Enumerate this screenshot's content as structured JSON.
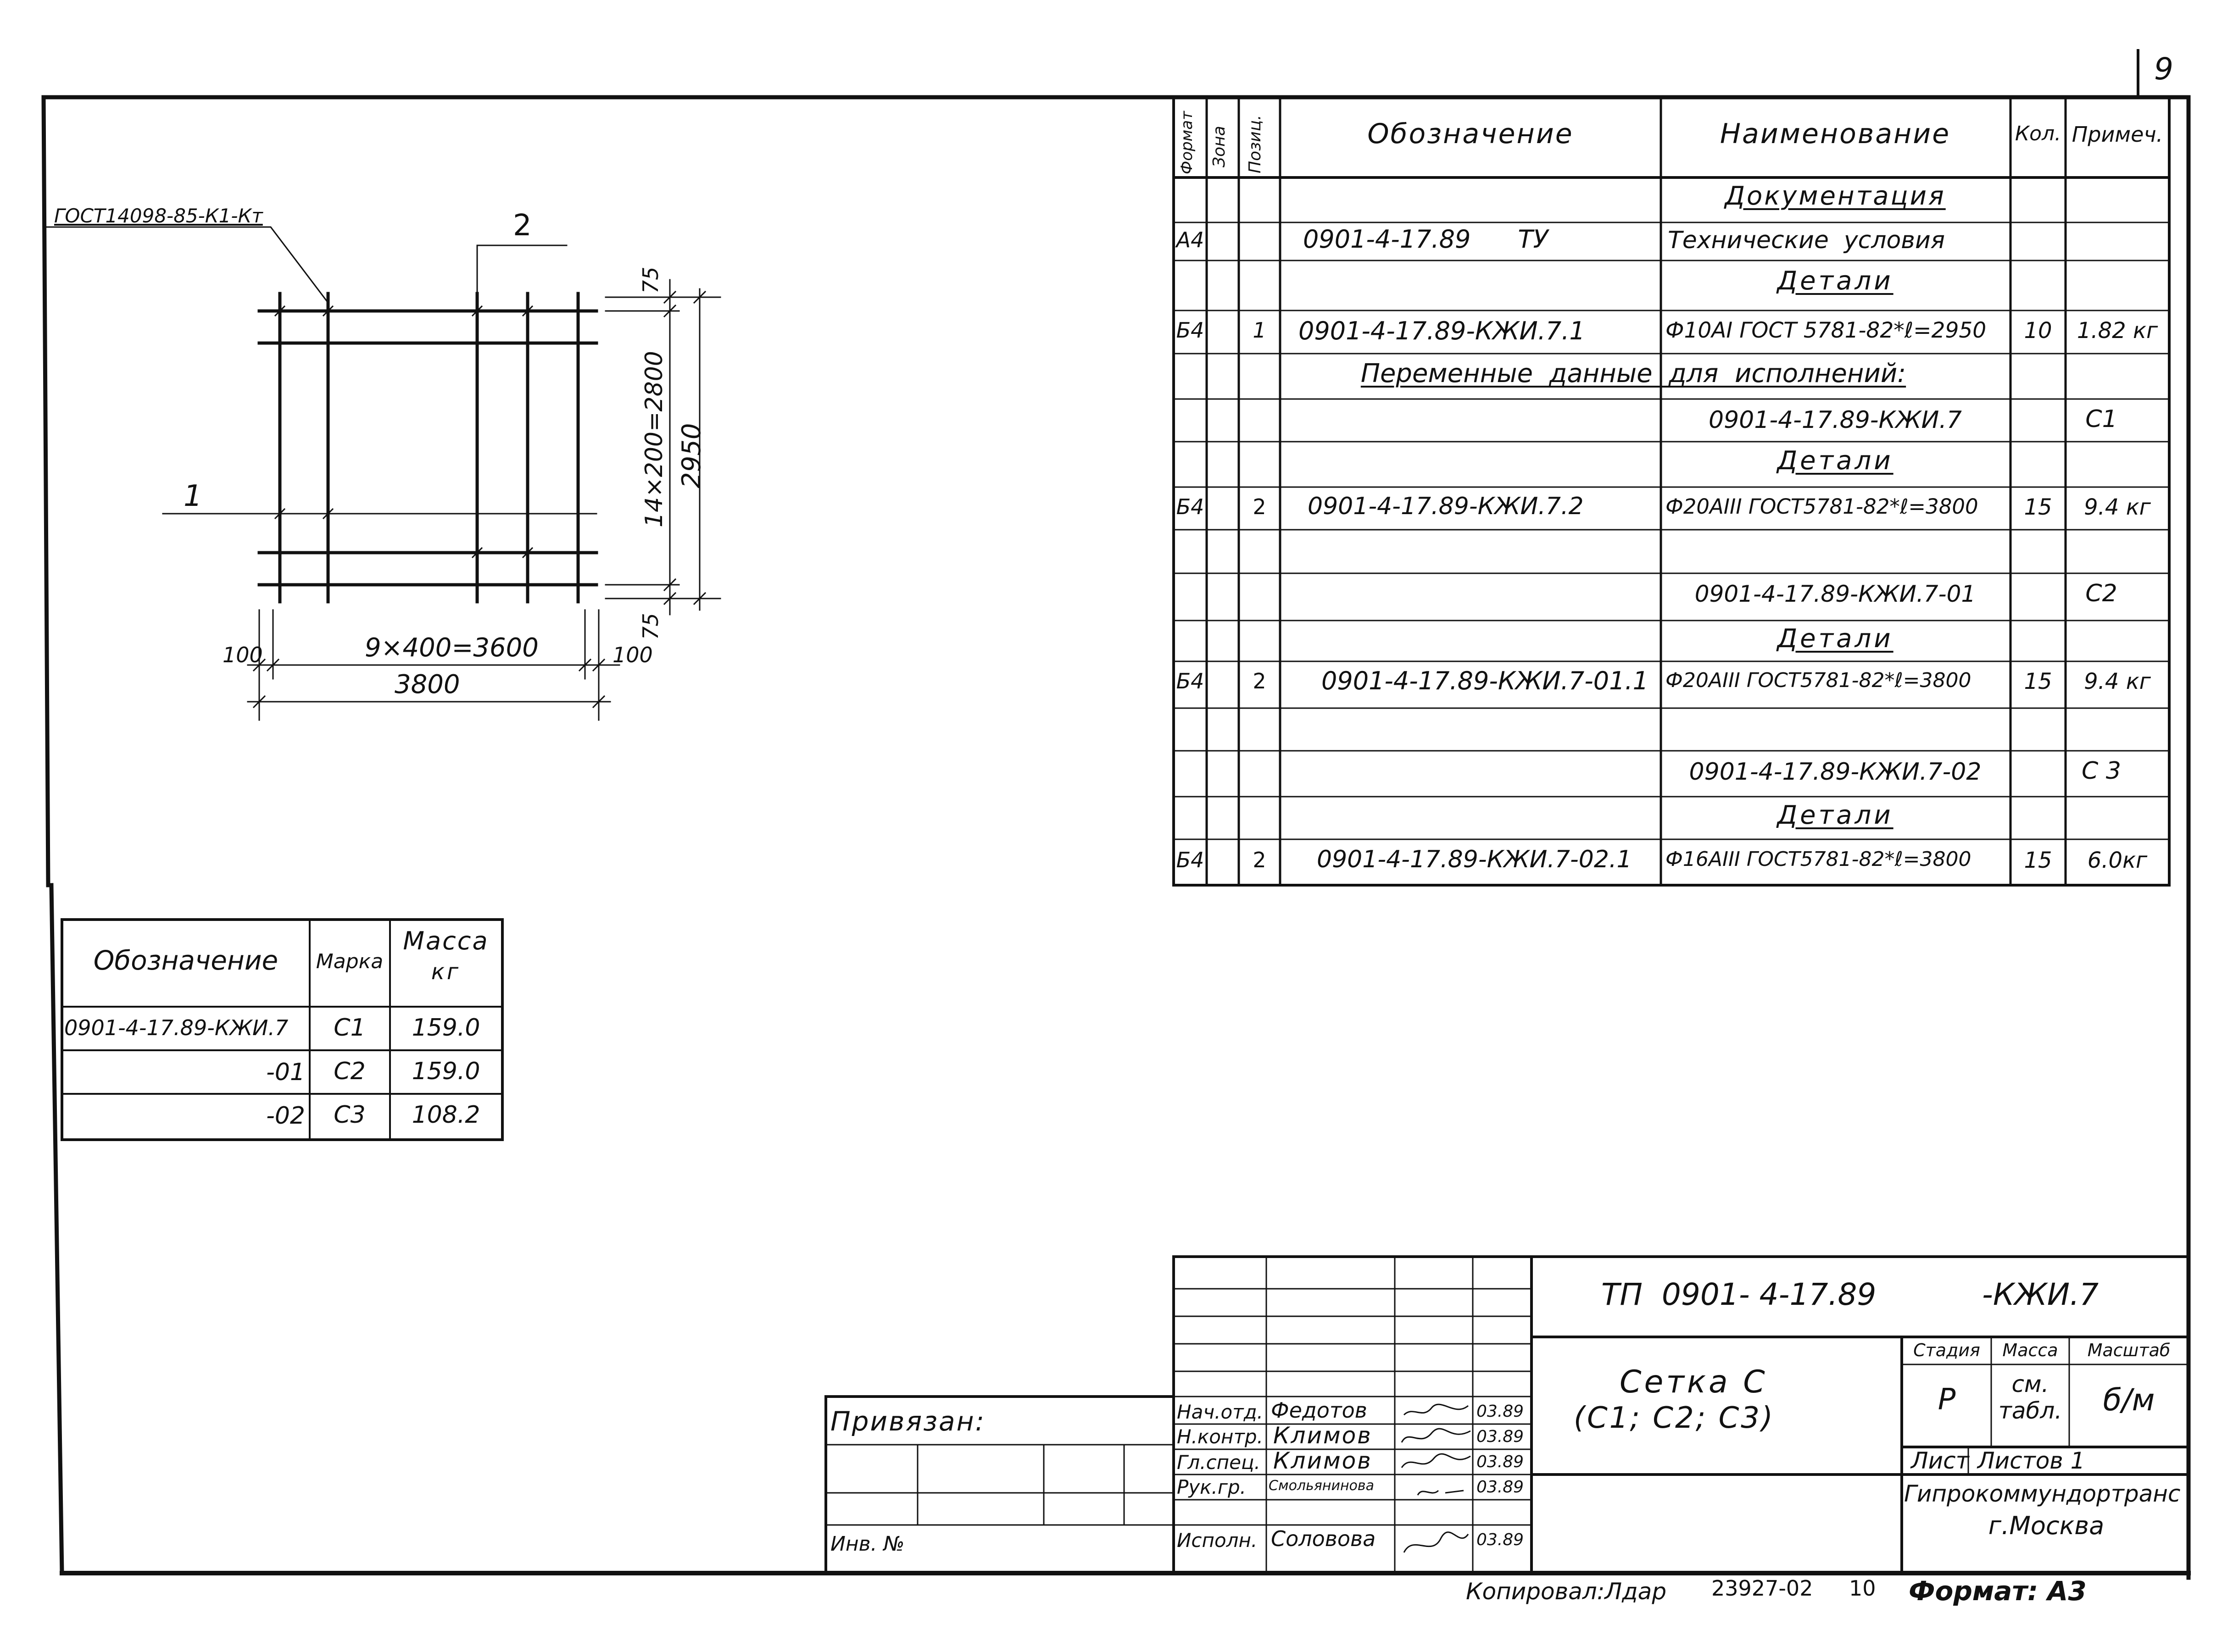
{
  "page_number": "9",
  "drawing": {
    "leader_gost": "ГОСТ14098-85-К1-Кт",
    "label_pos2": "2",
    "label_pos1": "1",
    "dim_75_top": "75",
    "dim_vertical": "14×200=2800",
    "dim_2950": "2950",
    "dim_75_bottom": "75",
    "dim_100_left": "100",
    "dim_horizontal": "9×400=3600",
    "dim_100_right": "100",
    "dim_3800": "3800"
  },
  "spec": {
    "headers": {
      "format": "Формат",
      "zone": "Зона",
      "pos": "Позиц.",
      "designation": "Обозначение",
      "name": "Наименование",
      "qty": "Кол.",
      "note": "Примеч."
    },
    "rows": [
      {
        "format": "",
        "pos": "",
        "designation": "",
        "name": "Документация",
        "qty": "",
        "note": "",
        "heading": true
      },
      {
        "format": "А4",
        "pos": "",
        "designation": "0901-4-17.89      ТУ",
        "name": "Технические  условия",
        "qty": "",
        "note": ""
      },
      {
        "format": "",
        "pos": "",
        "designation": "",
        "name": "Детали",
        "qty": "",
        "note": "",
        "heading": true
      },
      {
        "format": "Б4",
        "pos": "1",
        "designation": "0901-4-17.89-КЖИ.7.1",
        "name": "Ф10АI ГОСТ 5781-82*ℓ=2950",
        "qty": "10",
        "note": "1.82 кг"
      },
      {
        "format": "",
        "pos": "",
        "designation": "",
        "name": "Переменные  данные  для  исполнений:",
        "qty": "",
        "note": "",
        "span": true
      },
      {
        "format": "",
        "pos": "",
        "designation": "",
        "name": "0901-4-17.89-КЖИ.7",
        "qty": "",
        "note": "С1"
      },
      {
        "format": "",
        "pos": "",
        "designation": "",
        "name": "Детали",
        "qty": "",
        "note": "",
        "heading": true
      },
      {
        "format": "Б4",
        "pos": "2",
        "designation": "0901-4-17.89-КЖИ.7.2",
        "name": "Ф20АIII ГОСТ5781-82*ℓ=3800",
        "qty": "15",
        "note": "9.4 кг"
      },
      {
        "format": "",
        "pos": "",
        "designation": "",
        "name": "",
        "qty": "",
        "note": ""
      },
      {
        "format": "",
        "pos": "",
        "designation": "",
        "name": "0901-4-17.89-КЖИ.7-01",
        "qty": "",
        "note": "С2"
      },
      {
        "format": "",
        "pos": "",
        "designation": "",
        "name": "Детали",
        "qty": "",
        "note": "",
        "heading": true
      },
      {
        "format": "Б4",
        "pos": "2",
        "designation": "0901-4-17.89-КЖИ.7-01.1",
        "name": "Ф20АIII ГОСТ5781-82*ℓ=3800",
        "qty": "15",
        "note": "9.4 кг"
      },
      {
        "format": "",
        "pos": "",
        "designation": "",
        "name": "",
        "qty": "",
        "note": ""
      },
      {
        "format": "",
        "pos": "",
        "designation": "",
        "name": "0901-4-17.89-КЖИ.7-02",
        "qty": "",
        "note": "С 3"
      },
      {
        "format": "",
        "pos": "",
        "designation": "",
        "name": "Детали",
        "qty": "",
        "note": "",
        "heading": true
      },
      {
        "format": "Б4",
        "pos": "2",
        "designation": "0901-4-17.89-КЖИ.7-02.1",
        "name": "Ф16АIII ГОСТ5781-82*ℓ=3800",
        "qty": "15",
        "note": "6.0кг"
      }
    ]
  },
  "mass_table": {
    "headers": {
      "designation": "Обозначение",
      "mark": "Марка",
      "mass_line1": "Масса",
      "mass_line2": "кг"
    },
    "rows": [
      {
        "designation": "0901-4-17.89-КЖИ.7",
        "mark": "С1",
        "mass": "159.0"
      },
      {
        "designation": "-01",
        "mark": "С2",
        "mass": "159.0"
      },
      {
        "designation": "-02",
        "mark": "С3",
        "mass": "108.2"
      }
    ]
  },
  "title_block": {
    "code": "ТП  0901- 4-17.89",
    "code_suffix": "-КЖИ.7",
    "title_line1": "Сетка С",
    "title_line2": "(С1; С2; С3)",
    "stage_label": "Стадия",
    "mass_label": "Масса",
    "scale_label": "Масштаб",
    "stage": "Р",
    "mass_value": "см. табл.",
    "scale_value": "б/м",
    "sheet_label": "Лист",
    "sheets_label": "Листов 1",
    "org_line1": "Гипрокоммундортранс",
    "org_line2": "г.Москва",
    "people": [
      {
        "role": "Нач.отд.",
        "name": "Федотов",
        "date": "03.89"
      },
      {
        "role": "Н.контр.",
        "name": "Климов",
        "date": "03.89"
      },
      {
        "role": "Гл.спец.",
        "name": "Климов",
        "date": "03.89"
      },
      {
        "role": "Рук.гр.",
        "name": "Смольянинова",
        "date": "03.89"
      },
      {
        "role": "Исполн.",
        "name": "Соловова",
        "date": "03.89"
      }
    ],
    "privyazan": "Привязан:",
    "inv_no": "Инв. №"
  },
  "footer": {
    "copied": "Копировал:Лдар",
    "number": "23927-02",
    "ten": "10",
    "format": "Формат: А3"
  }
}
